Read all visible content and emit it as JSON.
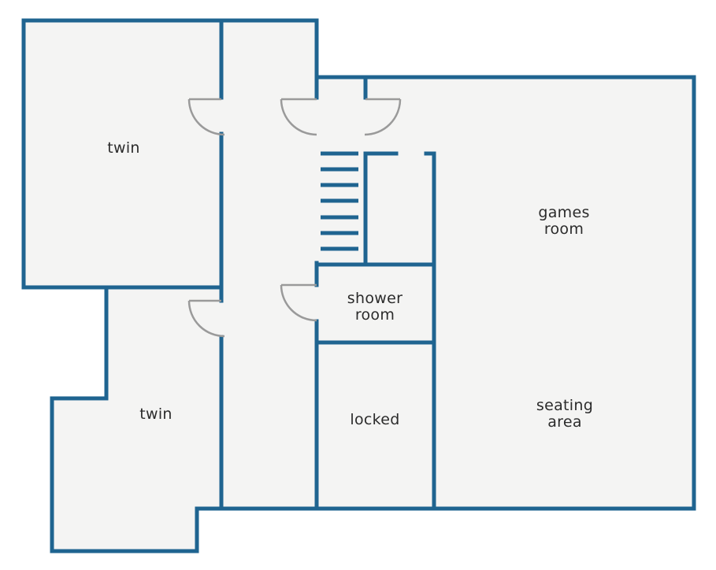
{
  "colors": {
    "wall": "#1f6490",
    "floor": "#f4f4f3",
    "door": "#9a9a9a",
    "background": "#ffffff",
    "label": "#2b2b2b"
  },
  "rooms": {
    "twin_upper": {
      "label": "twin"
    },
    "twin_lower": {
      "label": "twin"
    },
    "games_room": {
      "line1": "games",
      "line2": "room"
    },
    "seating_area": {
      "line1": "seating",
      "line2": "area"
    },
    "shower_room": {
      "line1": "shower",
      "line2": "room"
    },
    "locked": {
      "label": "locked"
    }
  }
}
